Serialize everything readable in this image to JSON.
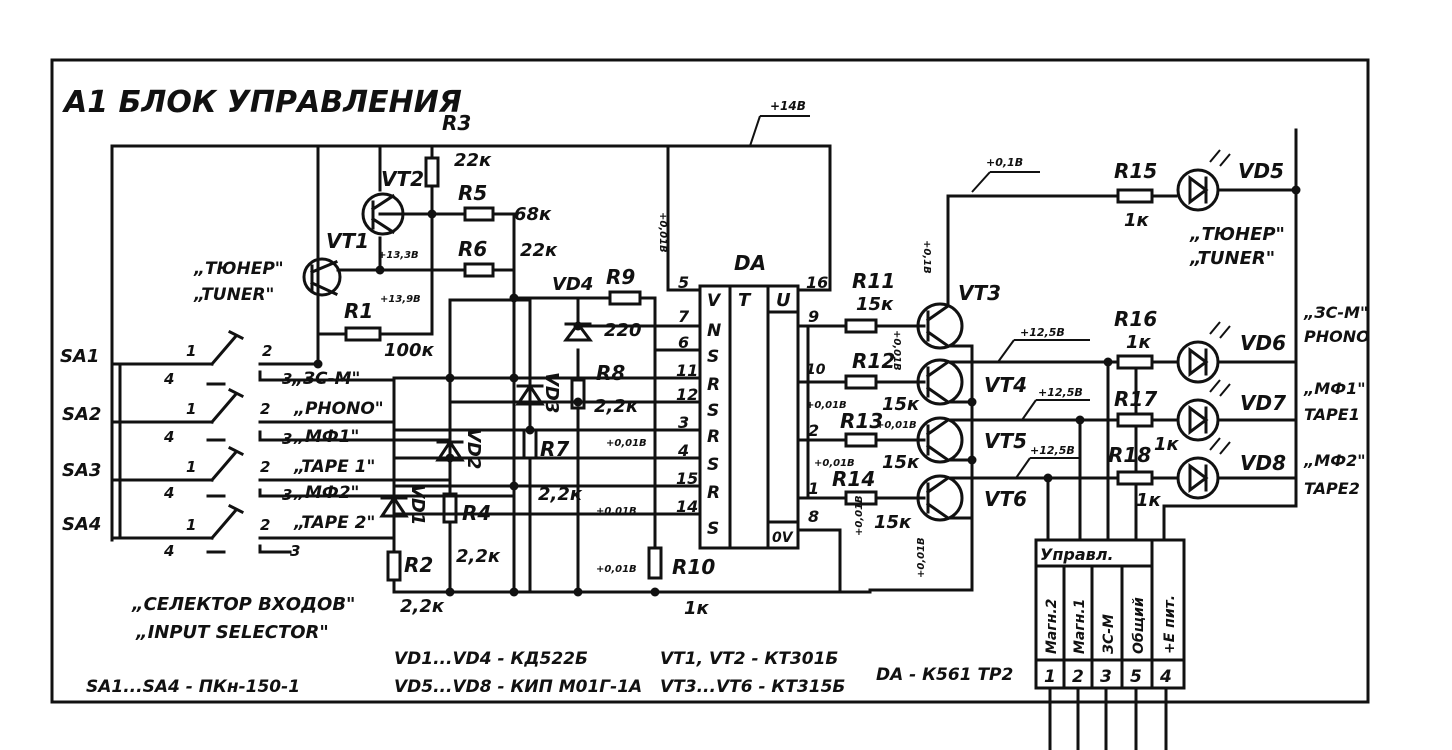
{
  "title": "A1   БЛОК УПРАВЛЕНИЯ",
  "supply": "+14В",
  "ic": {
    "name": "DA",
    "left_pins": [
      "5",
      "7",
      "6",
      "11",
      "12",
      "3",
      "4",
      "15",
      "14"
    ],
    "left_labels": [
      "V",
      "N",
      "S",
      "R",
      "S",
      "R",
      "S",
      "R",
      "S"
    ],
    "center_label": "T",
    "right_top_label": "U",
    "right_pins": [
      "16",
      "9",
      "10",
      "2",
      "1",
      "8"
    ],
    "bottom_label": "0V"
  },
  "resistors": [
    {
      "ref": "R1",
      "value": "100к"
    },
    {
      "ref": "R2",
      "value": "2,2к"
    },
    {
      "ref": "R3",
      "value": "22к"
    },
    {
      "ref": "R4",
      "value": "2,2к"
    },
    {
      "ref": "R5",
      "value": "68к"
    },
    {
      "ref": "R6",
      "value": "22к"
    },
    {
      "ref": "R7",
      "value": "2,2к"
    },
    {
      "ref": "R8",
      "value": "2,2к"
    },
    {
      "ref": "R9",
      "value": "220"
    },
    {
      "ref": "R10",
      "value": "1к"
    },
    {
      "ref": "R11",
      "value": "15к"
    },
    {
      "ref": "R12",
      "value": "15к"
    },
    {
      "ref": "R13",
      "value": "15к"
    },
    {
      "ref": "R14",
      "value": "15к"
    },
    {
      "ref": "R15",
      "value": "1к"
    },
    {
      "ref": "R16",
      "value": "1к"
    },
    {
      "ref": "R17",
      "value": "1к"
    },
    {
      "ref": "R18",
      "value": "1к"
    }
  ],
  "transistors": [
    "VT1",
    "VT2",
    "VT3",
    "VT4",
    "VT5",
    "VT6"
  ],
  "diodes": [
    "VD1",
    "VD2",
    "VD3",
    "VD4"
  ],
  "leds": [
    {
      "ref": "VD5",
      "label1": "„ТЮНЕР\"",
      "label2": "„TUNER\""
    },
    {
      "ref": "VD6",
      "label1": "„ЗС-М\"",
      "label2": "PHONO"
    },
    {
      "ref": "VD7",
      "label1": "„МФ1\"",
      "label2": "TAPE1"
    },
    {
      "ref": "VD8",
      "label1": "„МФ2\"",
      "label2": "TAPE2"
    }
  ],
  "switches": [
    {
      "ref": "SA1",
      "label1": "„ТЮНЕР\"",
      "label2": "„TUNER\"",
      "label3": "„ЗС-М\""
    },
    {
      "ref": "SA2",
      "label1": "„PHONO\"",
      "label2": "„МФ1\""
    },
    {
      "ref": "SA3",
      "label1": "„TAPE 1\"",
      "label2": "„МФ2\""
    },
    {
      "ref": "SA4",
      "label1": "„TAPE 2\""
    }
  ],
  "switch_pins": {
    "common": "1",
    "no": "2",
    "nc": "3",
    "aux": "4"
  },
  "voltages": {
    "vt2_e": "+13,3В",
    "vt1_e": "+13,9В",
    "vd4": "+0,01В",
    "vt3_c": "+0,1В",
    "vt3_b": "+0,01В",
    "vd5_line": "+0,1В",
    "vt4_c": "+12,5В",
    "vt5_c": "+12,5В",
    "vt6_c": "+12,5В",
    "vt4_b": "+0,01В",
    "vt5_b": "+0,01В",
    "r13": "+0,01В",
    "pin2": "+0,01В",
    "d3": "+0,01В",
    "d4": "+0,01В",
    "d5": "+0,01В",
    "vt6_a": "+0,01В",
    "vt6_b": "+0,01В"
  },
  "selector_label_ru": "„СЕЛЕКТОР ВХОДОВ\"",
  "selector_label_en": "„INPUT SELECTOR\"",
  "parts_list": [
    "SA1...SA4 - ПКн-150-1",
    "VD1...VD4 - КД522Б",
    "VD5...VD8 - КИП М01Г-1А",
    "VT1, VT2 - КТ301Б",
    "VT3...VT6 - КТ315Б",
    "DA - К561 ТР2"
  ],
  "connector": {
    "header": "Управл.",
    "pins": [
      {
        "name": "Магн.2",
        "num": "1"
      },
      {
        "name": "Магн.1",
        "num": "2"
      },
      {
        "name": "ЗС-М",
        "num": "3"
      },
      {
        "name": "Общий",
        "num": "5"
      },
      {
        "name": "+Е пит.",
        "num": "4"
      }
    ]
  }
}
